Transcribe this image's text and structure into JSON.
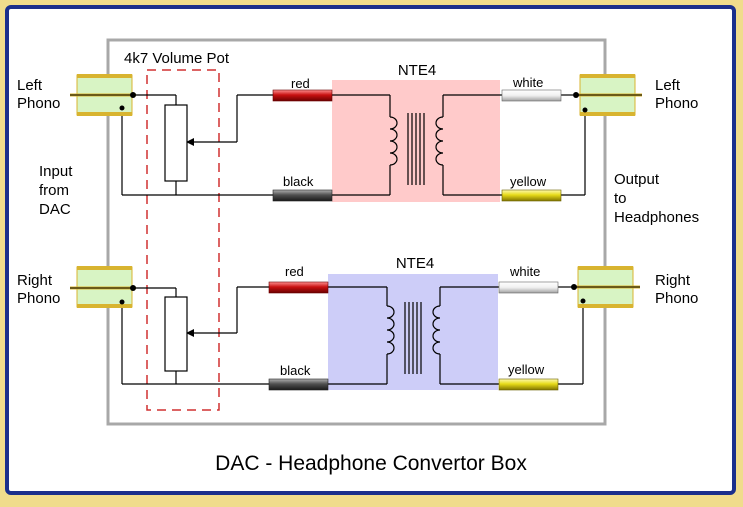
{
  "title": "DAC - Headphone Convertor Box",
  "pot_label": "4k7 Volume Pot",
  "left_side": {
    "left_phono": [
      "Left",
      "Phono"
    ],
    "right_phono": [
      "Right",
      "Phono"
    ],
    "input_label": [
      "Input",
      "from",
      "DAC"
    ]
  },
  "right_side": {
    "left_phono": [
      "Left",
      "Phono"
    ],
    "right_phono": [
      "Right",
      "Phono"
    ],
    "output_label": [
      "Output",
      "to",
      "Headphones"
    ]
  },
  "top_channel": {
    "transformer": "NTE4",
    "wire_red": "red",
    "wire_black": "black",
    "wire_white": "white",
    "wire_yellow": "yellow"
  },
  "bottom_channel": {
    "transformer": "NTE4",
    "wire_red": "red",
    "wire_black": "black",
    "wire_white": "white",
    "wire_yellow": "yellow"
  },
  "colors": {
    "frame_gold": "#f0dc8c",
    "frame_blue": "#1a2f8c",
    "box_gray": "#a8a8a8",
    "transformer_pink": "#ffcaca",
    "transformer_blue": "#cdcdf8",
    "phono_green": "#d8f4c4",
    "phono_gold": "#d8b430",
    "wire_red": "#c01010",
    "wire_black": "#555555",
    "wire_yellow": "#e8dc20",
    "pot_outline": "#d03030"
  }
}
